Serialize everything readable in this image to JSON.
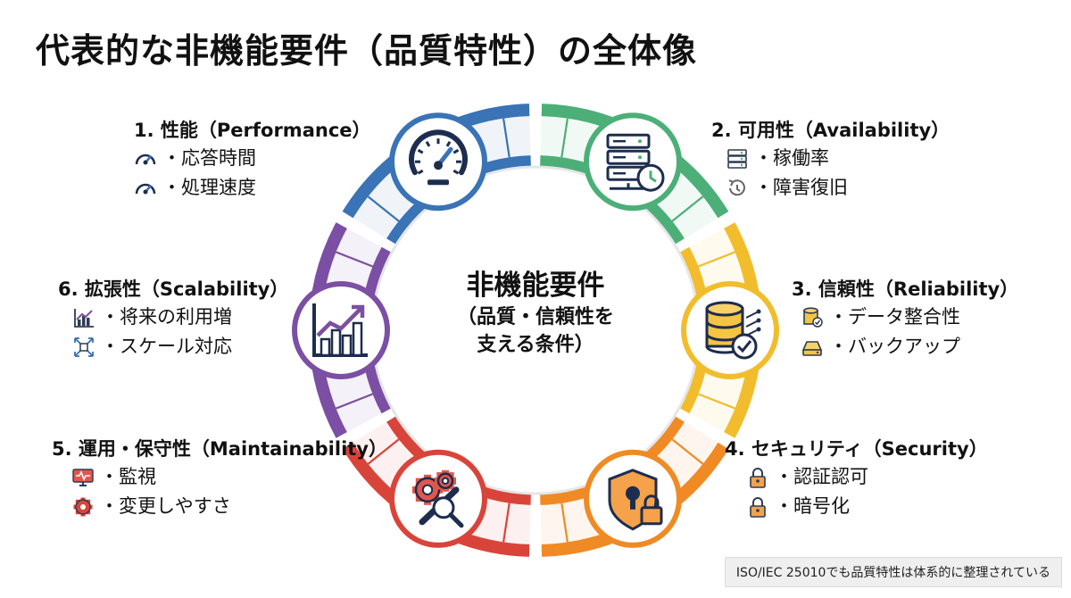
{
  "title": "代表的な非機能要件（品質特性）の全体像",
  "center": {
    "main": "非機能要件",
    "sub_line1": "（品質・信頼性を",
    "sub_line2": "支える条件）"
  },
  "categories": [
    {
      "id": "performance",
      "title": "1. 性能（Performance）",
      "color": "#3a73b6",
      "icon": "speedometer-icon",
      "items": [
        {
          "label": "・応答時間",
          "icon": "speedometer-icon"
        },
        {
          "label": "・処理速度",
          "icon": "speedometer-icon"
        }
      ]
    },
    {
      "id": "availability",
      "title": "2. 可用性（Availability）",
      "color": "#4caf78",
      "icon": "server-clock-icon",
      "items": [
        {
          "label": "・稼働率",
          "icon": "server-icon"
        },
        {
          "label": "・障害復旧",
          "icon": "history-icon"
        }
      ]
    },
    {
      "id": "reliability",
      "title": "3. 信頼性（Reliability）",
      "color": "#f2bd2c",
      "icon": "database-check-icon",
      "items": [
        {
          "label": "・データ整合性",
          "icon": "database-check-icon"
        },
        {
          "label": "・バックアップ",
          "icon": "hard-drive-icon"
        }
      ]
    },
    {
      "id": "security",
      "title": "4. セキュリティ（Security）",
      "color": "#f08a24",
      "icon": "shield-lock-icon",
      "items": [
        {
          "label": "・認証認可",
          "icon": "padlock-icon"
        },
        {
          "label": "・暗号化",
          "icon": "padlock-icon"
        }
      ]
    },
    {
      "id": "maintainability",
      "title": "5. 運用・保守性（Maintainability）",
      "color": "#d9443a",
      "icon": "gear-wrench-icon",
      "items": [
        {
          "label": "・監視",
          "icon": "monitor-icon"
        },
        {
          "label": "・変更しやすさ",
          "icon": "gear-icon"
        }
      ]
    },
    {
      "id": "scalability",
      "title": "6. 拡張性（Scalability）",
      "color": "#7b4fa3",
      "icon": "growth-chart-icon",
      "items": [
        {
          "label": "・将来の利用増",
          "icon": "line-chart-icon"
        },
        {
          "label": "・スケール対応",
          "icon": "expand-icon"
        }
      ]
    }
  ],
  "footer": "ISO/IEC 25010でも品質特性は体系的に整理されている"
}
